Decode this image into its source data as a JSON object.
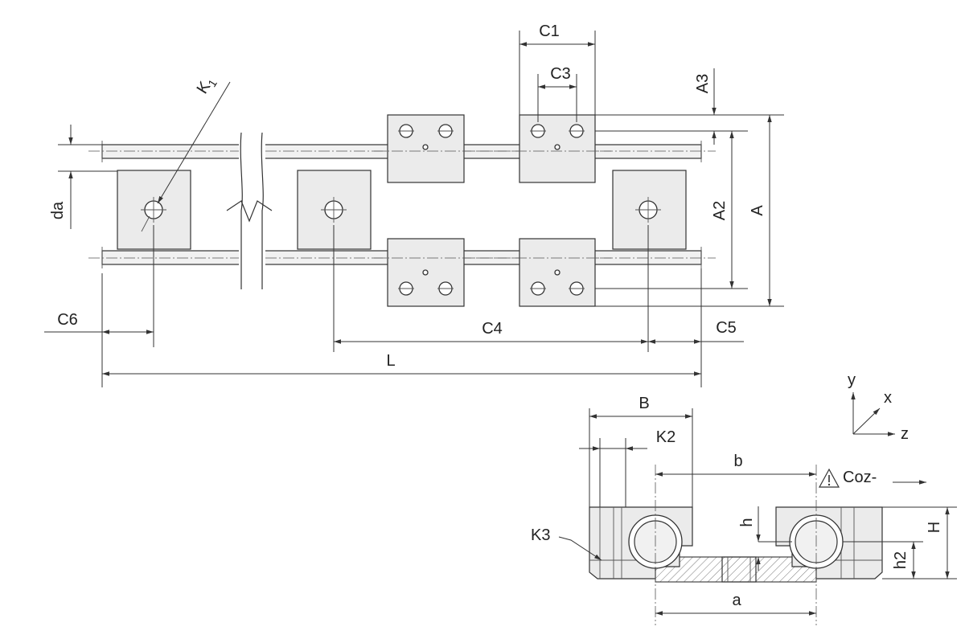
{
  "dimensions": {
    "C1": "C1",
    "C3": "C3",
    "A3": "A3",
    "A2": "A2",
    "A": "A",
    "K1_main": "K",
    "K1_sub": "1",
    "da": "da",
    "C6": "C6",
    "C4": "C4",
    "C5": "C5",
    "L": "L",
    "B": "B",
    "K2": "K2",
    "b": "b",
    "K3": "K3",
    "h": "h",
    "H": "H",
    "h2": "h2",
    "a": "a",
    "load": "Coz-"
  },
  "axes": {
    "x": "x",
    "y": "y",
    "z": "z"
  },
  "icons": {
    "warning": "warning-triangle-icon",
    "break": "break-line-icon"
  }
}
